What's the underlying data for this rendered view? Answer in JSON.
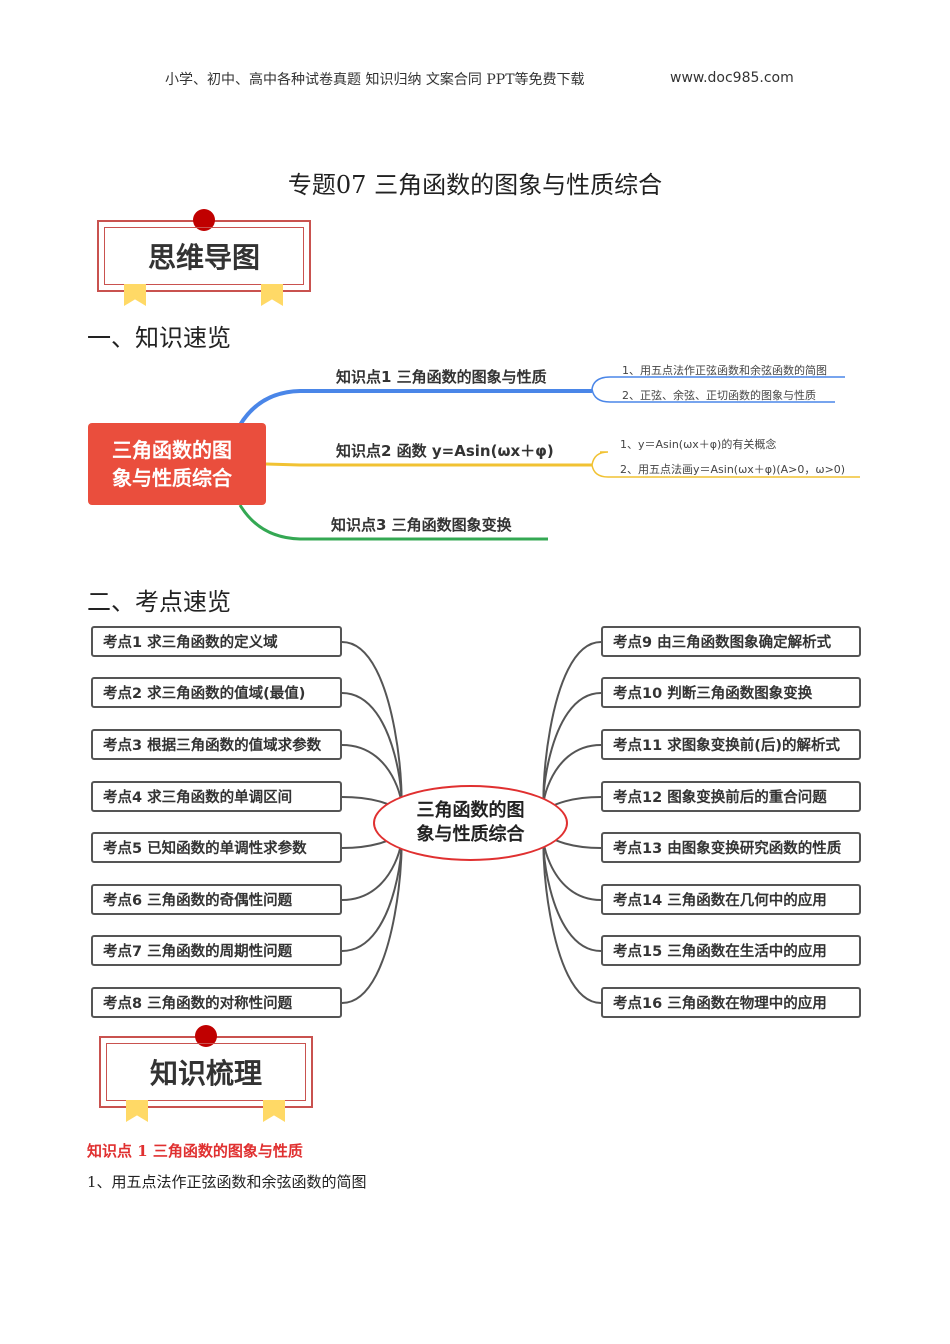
{
  "header": {
    "text": "小学、初中、高中各种试卷真题 知识归纳 文案合同 PPT等免费下载",
    "site": "www.doc985.com"
  },
  "title": "专题07  三角函数的图象与性质综合",
  "banner1": "思维导图",
  "section1": "一、知识速览",
  "mindmap": {
    "root": "三角函数的图象与性质综合",
    "branches": [
      {
        "label": "知识点1  三角函数的图象与性质",
        "color": "#4a86e8",
        "subs": [
          "1、用五点法作正弦函数和余弦函数的简图",
          "2、正弦、余弦、正切函数的图象与性质"
        ]
      },
      {
        "label": "知识点2  函数 y=Asin(ωx＋φ)",
        "color": "#f1c232",
        "subs": [
          "1、y＝Asin(ωx＋φ)的有关概念",
          "2、用五点法画y＝Asin(ωx＋φ)(A>0，ω>0)"
        ]
      },
      {
        "label": "知识点3  三角函数图象变换",
        "color": "#34a853",
        "subs": []
      }
    ]
  },
  "section2": "二、考点速览",
  "exam": {
    "center": "三角函数的图象与性质综合",
    "left": [
      "考点1 求三角函数的定义域",
      "考点2  求三角函数的值域(最值)",
      "考点3  根据三角函数的值域求参数",
      "考点4  求三角函数的单调区间",
      "考点5  已知函数的单调性求参数",
      "考点6  三角函数的奇偶性问题",
      "考点7  三角函数的周期性问题",
      "考点8  三角函数的对称性问题"
    ],
    "right": [
      "考点9  由三角函数图象确定解析式",
      "考点10  判断三角函数图象变换",
      "考点11  求图象变换前(后)的解析式",
      "考点12  图象变换前后的重合问题",
      "考点13  由图象变换研究函数的性质",
      "考点14  三角函数在几何中的应用",
      "考点15  三角函数在生活中的应用",
      "考点16  三角函数在物理中的应用"
    ]
  },
  "banner2": "知识梳理",
  "kp1_heading": "知识点 1  三角函数的图象与性质",
  "kp1_item1": "1、用五点法作正弦函数和余弦函数的简图"
}
